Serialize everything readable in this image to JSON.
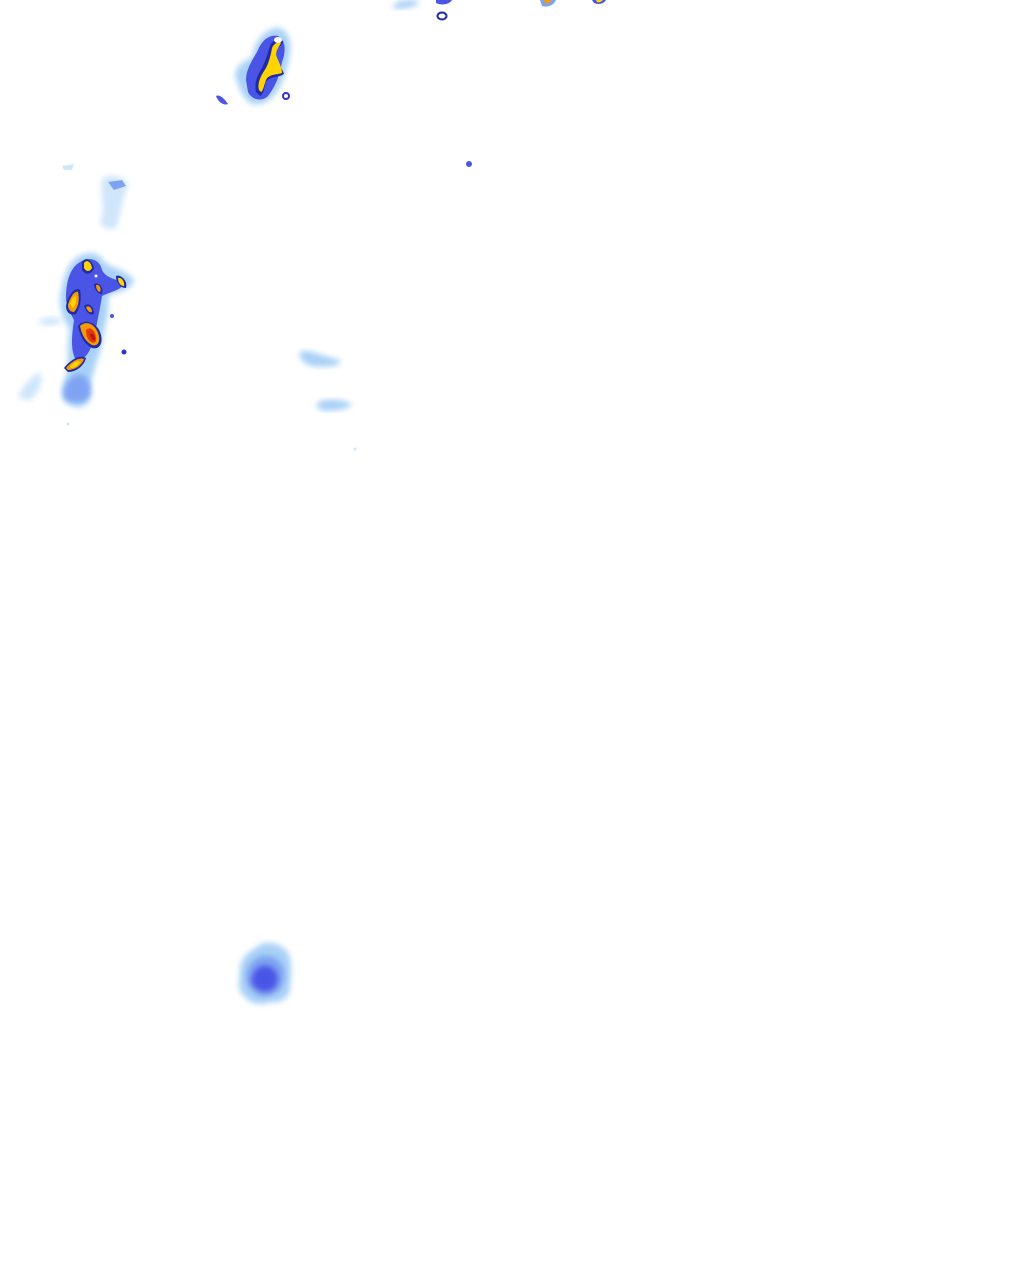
{
  "map": {
    "layer": "precipitation-radar-overlay",
    "background_color": "#ffffff",
    "intensity_palette": {
      "very_light": "#cfe6fb",
      "light": "#a9d1f7",
      "moderate_low": "#7fa3f2",
      "moderate": "#4a55e6",
      "moderate_high": "#2f2fd9",
      "outline_dark": "#1f2aa8",
      "heavy": "#ffd400",
      "very_heavy": "#f59a00",
      "intense": "#e33a00",
      "extreme": "#b5121b"
    },
    "cells": [
      {
        "name": "storm-cell-north-central",
        "peak_intensity": "heavy"
      },
      {
        "name": "storm-cell-west",
        "peak_intensity": "extreme"
      },
      {
        "name": "rain-cell-south",
        "peak_intensity": "moderate"
      },
      {
        "name": "light-rain-patches",
        "peak_intensity": "light"
      },
      {
        "name": "storm-cell-top-edge",
        "peak_intensity": "very_heavy"
      }
    ]
  }
}
